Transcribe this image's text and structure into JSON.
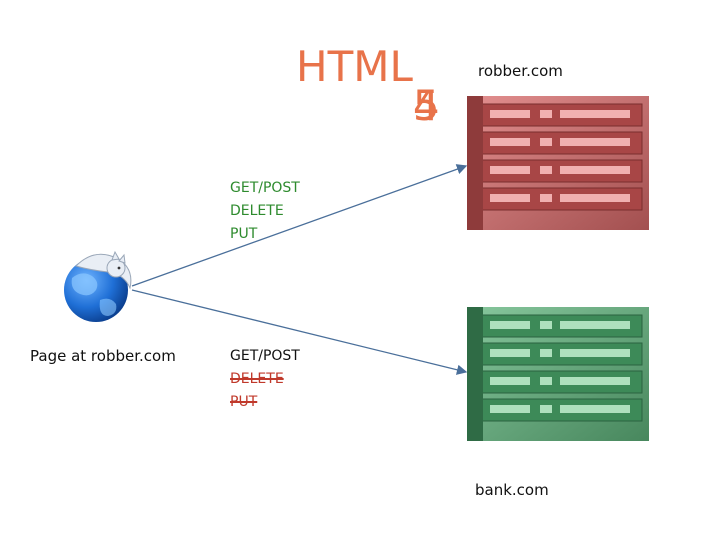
{
  "title": {
    "prefix": "HTML",
    "version_a": "5",
    "version_b": "4"
  },
  "servers": {
    "top_label": "robber.com",
    "bottom_label": "bank.com"
  },
  "client": {
    "label": "Page at robber.com",
    "icon": "browser-globe-icon"
  },
  "requests_top": {
    "line1": "GET/POST",
    "line2": "DELETE",
    "line3": "PUT"
  },
  "requests_bottom": {
    "line1": "GET/POST",
    "line2": "DELETE",
    "line3": "PUT"
  },
  "colors": {
    "title": "#e8734a",
    "allowed": "#2e8b2e",
    "blocked": "#c0392b",
    "server_top_tint": "#e06666",
    "server_bottom_tint": "#5cb87a",
    "arrow": "#4a6f9a"
  }
}
